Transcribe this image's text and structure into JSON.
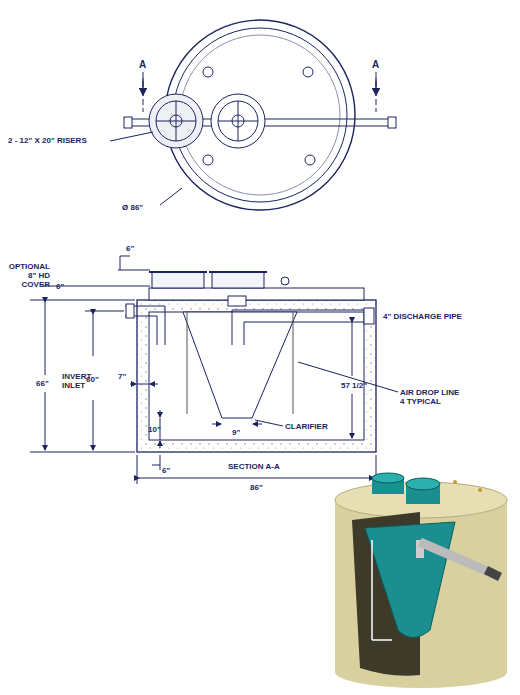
{
  "diagram": {
    "labels": [
      "A",
      "A",
      "2 - 12\" X 20\" RISERS",
      "Ø 86\"",
      "6\"",
      "OPTIONAL 8\" HD COVER",
      "6\"",
      "66\"",
      "INVERT INLET",
      "60\"",
      "7\"",
      "4\" DISCHARGE PIPE",
      "57 1/2\"",
      "AIR DROP LINE 4 TYPICAL",
      "10\"",
      "9\"",
      "CLARIFIER",
      "6\"",
      "SECTION A-A",
      "86\""
    ]
  }
}
